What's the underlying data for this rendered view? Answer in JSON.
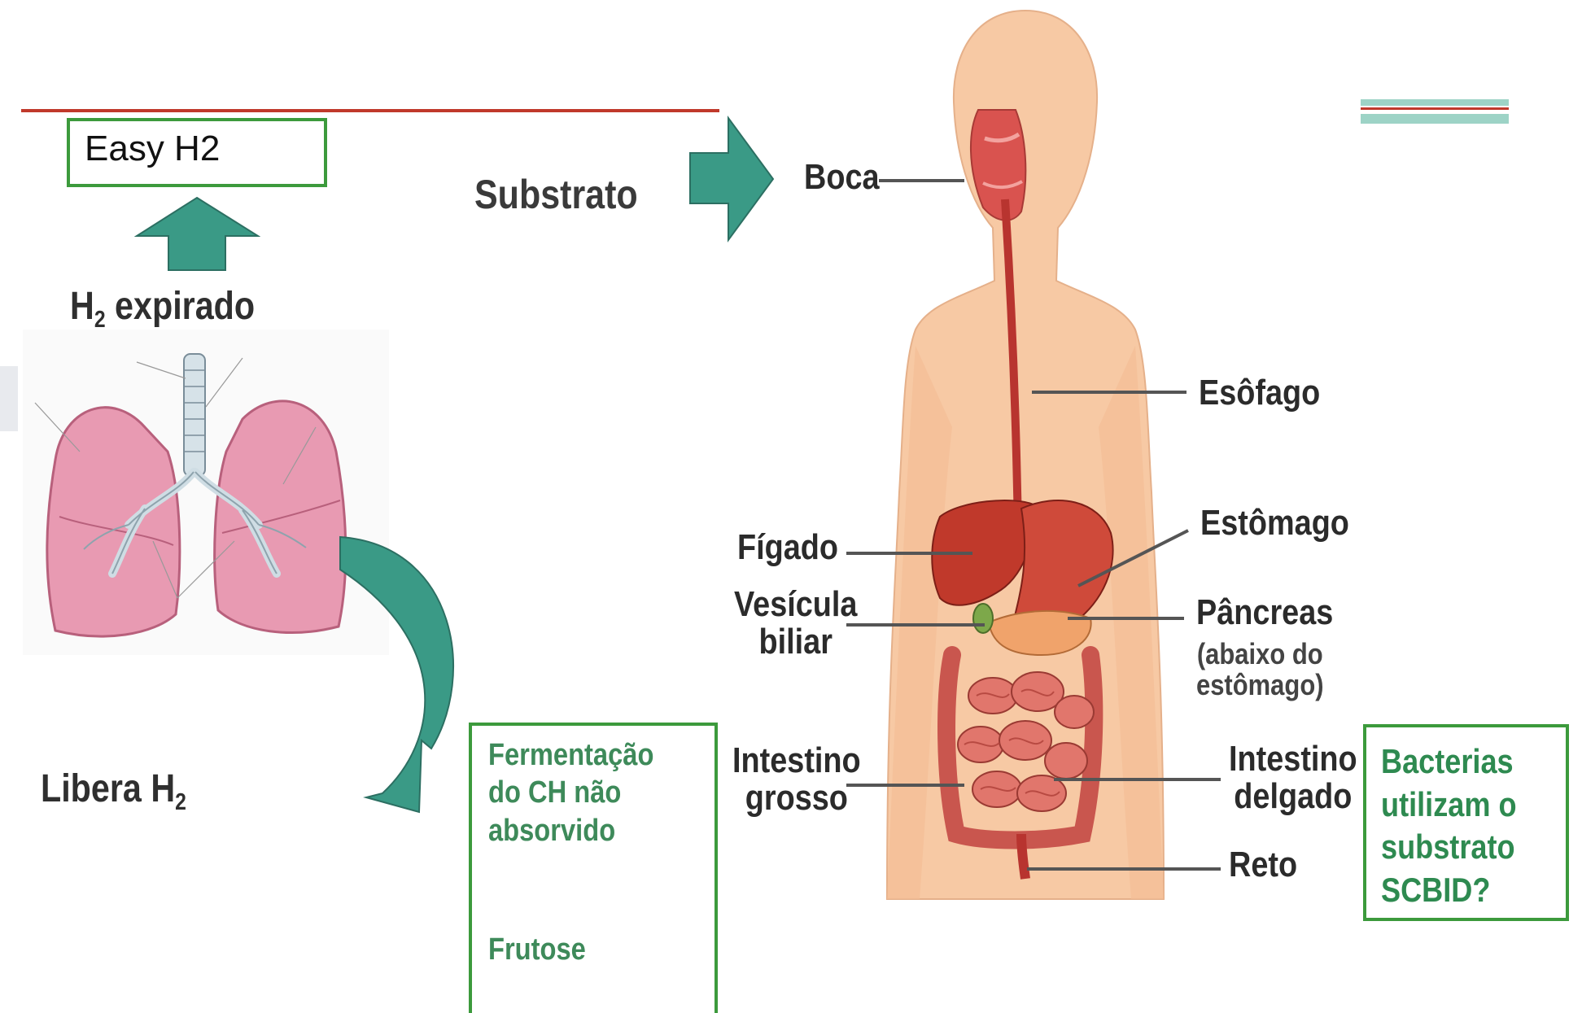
{
  "easy_h2": "Easy H2",
  "substrato": "Substrato",
  "h2_expirado": {
    "main": "H",
    "sub": "2",
    "rest": " expirado"
  },
  "libera_h2": {
    "main": "Libera H",
    "sub": "2"
  },
  "fermentacao": "Fermentação\ndo CH não\nabsorvido",
  "frutose": "Frutose",
  "bacterias": "Bacterias\nutilizam o\nsubstrato\nSCBID?",
  "organs": {
    "boca": "Boca",
    "esofago": "Esôfago",
    "figado": "Fígado",
    "vesicula": "Vesícula\nbiliar",
    "estomago": "Estômago",
    "pancreas": "Pâncreas",
    "pancreas_note": "(abaixo do\nestômago)",
    "intestino_grosso": "Intestino\ngrosso",
    "intestino_delgado": "Intestino\ndelgado",
    "reto": "Reto"
  },
  "colors": {
    "accent_teal": "#3a9a86",
    "box_green": "#3c9a3c",
    "divider_red": "#c0392b",
    "skin": "#f7c9a4",
    "organ_red": "#c8423a"
  }
}
